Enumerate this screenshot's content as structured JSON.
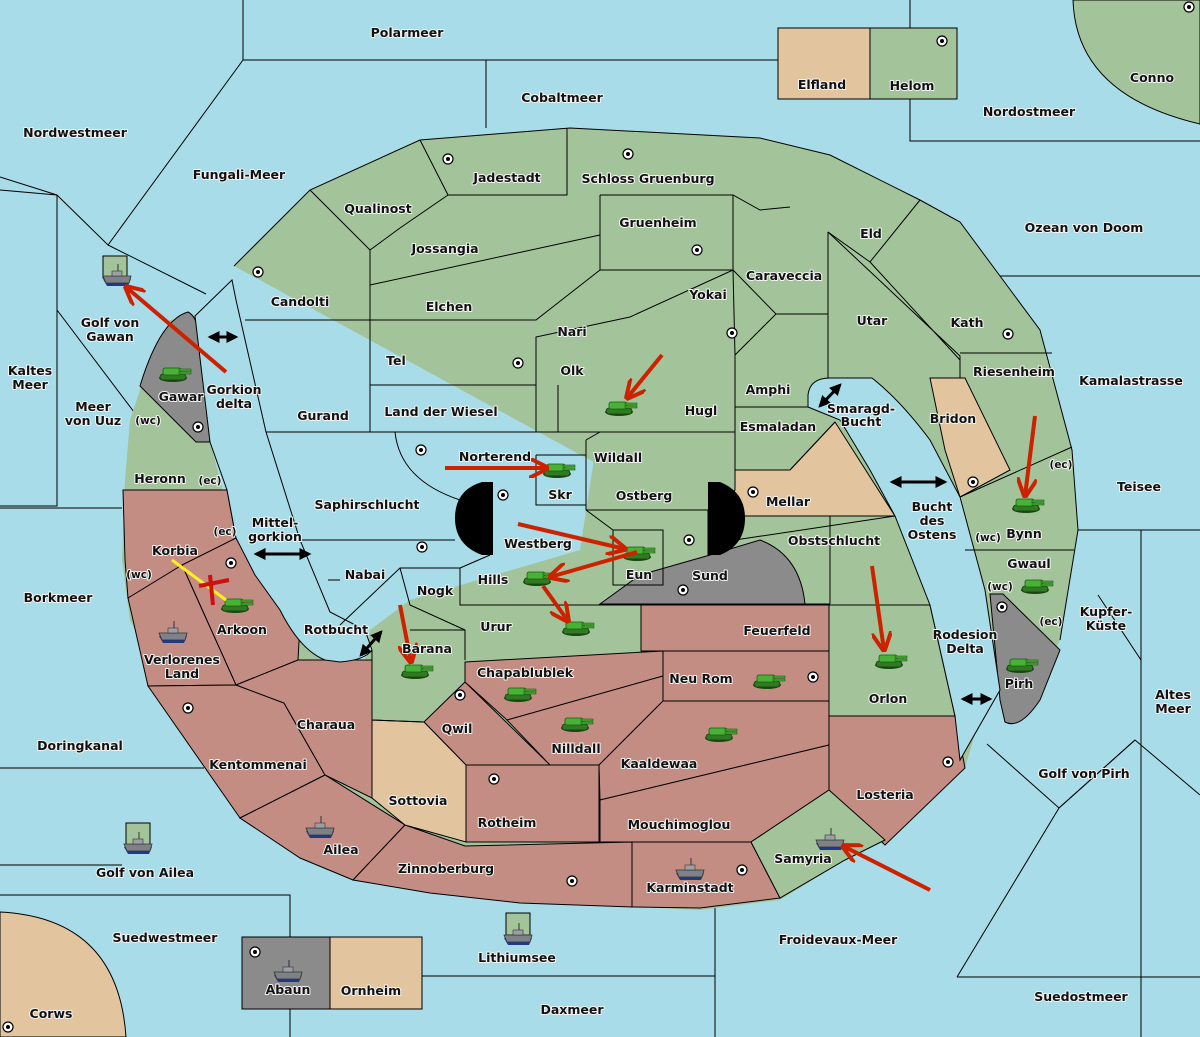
{
  "map_title": "Diplomacy-style game map",
  "colors": {
    "sea": "#a8dce8",
    "neutral_green": "#a3c49a",
    "tan_power": "#e2c59e",
    "red_power": "#c48d84",
    "gray_power": "#8b8b8b",
    "order_arrow": "#cc2200",
    "support_arrow": "#ffee22",
    "impassable": "#000000"
  },
  "seas": [
    {
      "id": "polarmeer",
      "name": "Polarmeer"
    },
    {
      "id": "cobaltmeer",
      "name": "Cobaltmeer"
    },
    {
      "id": "nordwestmeer",
      "name": "Nordwestmeer"
    },
    {
      "id": "fungali",
      "name": "Fungali-Meer"
    },
    {
      "id": "nordostmeer",
      "name": "Nordostmeer"
    },
    {
      "id": "ozean",
      "name": "Ozean von Doom"
    },
    {
      "id": "golf-gawan",
      "name": "Golf von Gawan"
    },
    {
      "id": "kaltes",
      "name": "Kaltes Meer"
    },
    {
      "id": "uuz",
      "name": "Meer von Uuz"
    },
    {
      "id": "gorkion",
      "name": "Gorkion delta"
    },
    {
      "id": "mittelgorkion",
      "name": "Mittel-gorkion"
    },
    {
      "id": "borkmeer",
      "name": "Borkmeer"
    },
    {
      "id": "rotbucht",
      "name": "Rotbucht"
    },
    {
      "id": "doringkanal",
      "name": "Doringkanal"
    },
    {
      "id": "golf-ailea",
      "name": "Golf von Ailea"
    },
    {
      "id": "suedwestmeer",
      "name": "Suedwestmeer"
    },
    {
      "id": "lithiumsee",
      "name": "Lithiumsee"
    },
    {
      "id": "daxmeer",
      "name": "Daxmeer"
    },
    {
      "id": "froidevaux",
      "name": "Froidevaux-Meer"
    },
    {
      "id": "suedostmeer",
      "name": "Suedostmeer"
    },
    {
      "id": "golf-pirh",
      "name": "Golf von Pirh"
    },
    {
      "id": "altes",
      "name": "Altes Meer"
    },
    {
      "id": "kupfer",
      "name": "Kupfer-Küste"
    },
    {
      "id": "teisee",
      "name": "Teisee"
    },
    {
      "id": "kamala",
      "name": "Kamalastrasse"
    },
    {
      "id": "smaragd",
      "name": "Smaragd-Bucht"
    },
    {
      "id": "bucht-ostens",
      "name": "Bucht des Ostens"
    },
    {
      "id": "rodesion",
      "name": "Rodesion Delta"
    }
  ],
  "provinces": [
    {
      "id": "elfland",
      "name": "Elfland",
      "owner": "tan",
      "sc": false
    },
    {
      "id": "helom",
      "name": "Helom",
      "owner": "neutral",
      "sc": true
    },
    {
      "id": "conno",
      "name": "Conno",
      "owner": "neutral",
      "sc": true
    },
    {
      "id": "corws",
      "name": "Corws",
      "owner": "tan",
      "sc": true
    },
    {
      "id": "abaun",
      "name": "Abaun",
      "owner": "gray",
      "sc": true
    },
    {
      "id": "ornheim",
      "name": "Ornheim",
      "owner": "tan",
      "sc": false
    },
    {
      "id": "jadestadt",
      "name": "Jadestadt",
      "owner": "neutral",
      "sc": true
    },
    {
      "id": "schloss",
      "name": "Schloss Gruenburg",
      "owner": "neutral",
      "sc": true
    },
    {
      "id": "qualinost",
      "name": "Qualinost",
      "owner": "neutral",
      "sc": false
    },
    {
      "id": "jossangia",
      "name": "Jossangia",
      "owner": "neutral",
      "sc": false
    },
    {
      "id": "gruenheim",
      "name": "Gruenheim",
      "owner": "neutral",
      "sc": true
    },
    {
      "id": "eld",
      "name": "Eld",
      "owner": "neutral",
      "sc": false
    },
    {
      "id": "candolti",
      "name": "Candolti",
      "owner": "neutral",
      "sc": true
    },
    {
      "id": "elchen",
      "name": "Elchen",
      "owner": "neutral",
      "sc": false
    },
    {
      "id": "caraveccia",
      "name": "Caraveccia",
      "owner": "neutral",
      "sc": false
    },
    {
      "id": "yokai",
      "name": "Yokai",
      "owner": "neutral",
      "sc": true
    },
    {
      "id": "utar",
      "name": "Utar",
      "owner": "neutral",
      "sc": false
    },
    {
      "id": "kath",
      "name": "Kath",
      "owner": "neutral",
      "sc": true
    },
    {
      "id": "nari",
      "name": "Nari",
      "owner": "neutral",
      "sc": false
    },
    {
      "id": "tel",
      "name": "Tel",
      "owner": "neutral",
      "sc": true
    },
    {
      "id": "olk",
      "name": "Olk",
      "owner": "neutral",
      "sc": false
    },
    {
      "id": "gurand",
      "name": "Gurand",
      "owner": "neutral",
      "sc": false
    },
    {
      "id": "land-wiesel",
      "name": "Land der Wiesel",
      "owner": "neutral",
      "sc": false
    },
    {
      "id": "hugl",
      "name": "Hugl",
      "owner": "neutral",
      "sc": false
    },
    {
      "id": "amphi",
      "name": "Amphi",
      "owner": "neutral",
      "sc": false
    },
    {
      "id": "esmaladan",
      "name": "Esmaladan",
      "owner": "neutral",
      "sc": false
    },
    {
      "id": "riesenheim",
      "name": "Riesenheim",
      "owner": "neutral",
      "sc": false
    },
    {
      "id": "bridon",
      "name": "Bridon",
      "owner": "tan",
      "sc": true
    },
    {
      "id": "gawar",
      "name": "Gawar",
      "owner": "gray",
      "sc": true
    },
    {
      "id": "heronn",
      "name": "Heronn",
      "owner": "neutral",
      "sc": false,
      "coasts": [
        "wc",
        "ec"
      ]
    },
    {
      "id": "norterend",
      "name": "Norterend",
      "owner": "neutral",
      "sc": true
    },
    {
      "id": "skr",
      "name": "Skr",
      "owner": "neutral",
      "sc": false
    },
    {
      "id": "wildall",
      "name": "Wildall",
      "owner": "neutral",
      "sc": false
    },
    {
      "id": "saphirschlucht",
      "name": "Saphirschlucht",
      "owner": "neutral",
      "sc": false
    },
    {
      "id": "westberg",
      "name": "Westberg",
      "owner": "neutral",
      "sc": true
    },
    {
      "id": "ostberg",
      "name": "Ostberg",
      "owner": "neutral",
      "sc": true
    },
    {
      "id": "mellar",
      "name": "Mellar",
      "owner": "tan",
      "sc": true
    },
    {
      "id": "eun",
      "name": "Eun",
      "owner": "neutral",
      "sc": false
    },
    {
      "id": "sund",
      "name": "Sund",
      "owner": "gray",
      "sc": true
    },
    {
      "id": "obstschlucht",
      "name": "Obstschlucht",
      "owner": "neutral",
      "sc": false
    },
    {
      "id": "bynn",
      "name": "Bynn",
      "owner": "neutral",
      "sc": false,
      "coasts": [
        "wc",
        "ec"
      ]
    },
    {
      "id": "gwaul",
      "name": "Gwaul",
      "owner": "neutral",
      "sc": false,
      "coasts": [
        "wc",
        "ec"
      ]
    },
    {
      "id": "pirh",
      "name": "Pirh",
      "owner": "gray",
      "sc": true
    },
    {
      "id": "korbia",
      "name": "Korbia",
      "owner": "red",
      "sc": true,
      "coasts": [
        "wc",
        "ec"
      ]
    },
    {
      "id": "arkoon",
      "name": "Arkoon",
      "owner": "red",
      "sc": false
    },
    {
      "id": "nabai",
      "name": "Nabai",
      "owner": "neutral",
      "sc": true
    },
    {
      "id": "nogk",
      "name": "Nogk",
      "owner": "neutral",
      "sc": false
    },
    {
      "id": "hills",
      "name": "Hills",
      "owner": "neutral",
      "sc": false
    },
    {
      "id": "urur",
      "name": "Urur",
      "owner": "neutral",
      "sc": false
    },
    {
      "id": "feuerfeld",
      "name": "Feuerfeld",
      "owner": "red",
      "sc": false
    },
    {
      "id": "verlorenes",
      "name": "Verlorenes Land",
      "owner": "red",
      "sc": false
    },
    {
      "id": "barana",
      "name": "Barana",
      "owner": "neutral",
      "sc": false
    },
    {
      "id": "chapablublek",
      "name": "Chapablublek",
      "owner": "red",
      "sc": false
    },
    {
      "id": "neu-rom",
      "name": "Neu Rom",
      "owner": "red",
      "sc": true
    },
    {
      "id": "orlon",
      "name": "Orlon",
      "owner": "neutral",
      "sc": false
    },
    {
      "id": "charaua",
      "name": "Charaua",
      "owner": "red",
      "sc": false
    },
    {
      "id": "qwil",
      "name": "Qwil",
      "owner": "red",
      "sc": true
    },
    {
      "id": "nilldall",
      "name": "Nilldall",
      "owner": "red",
      "sc": false
    },
    {
      "id": "kaaldewaa",
      "name": "Kaaldewaa",
      "owner": "red",
      "sc": false
    },
    {
      "id": "kentommenai",
      "name": "Kentommenai",
      "owner": "red",
      "sc": true
    },
    {
      "id": "sottovia",
      "name": "Sottovia",
      "owner": "tan",
      "sc": false
    },
    {
      "id": "rotheim",
      "name": "Rotheim",
      "owner": "red",
      "sc": true
    },
    {
      "id": "mouchimoglou",
      "name": "Mouchimoglou",
      "owner": "red",
      "sc": false
    },
    {
      "id": "losteria",
      "name": "Losteria",
      "owner": "red",
      "sc": true
    },
    {
      "id": "ailea",
      "name": "Ailea",
      "owner": "red",
      "sc": false
    },
    {
      "id": "samyria",
      "name": "Samyria",
      "owner": "neutral",
      "sc": false
    },
    {
      "id": "zinnoberburg",
      "name": "Zinnoberburg",
      "owner": "red",
      "sc": true
    },
    {
      "id": "karminstadt",
      "name": "Karminstadt",
      "owner": "red",
      "sc": true
    }
  ],
  "coast_labels": {
    "wc": "(wc)",
    "ec": "(ec)"
  },
  "units": [
    {
      "type": "fleet",
      "location": "Golf von Gawan",
      "owner": "neutral"
    },
    {
      "type": "army",
      "location": "Gawar",
      "owner": "neutral"
    },
    {
      "type": "army",
      "location": "Hugl",
      "owner": "neutral"
    },
    {
      "type": "army",
      "location": "Skr",
      "owner": "neutral"
    },
    {
      "type": "army",
      "location": "Eun",
      "owner": "neutral"
    },
    {
      "type": "army",
      "location": "Hills",
      "owner": "neutral"
    },
    {
      "type": "army",
      "location": "Urur",
      "owner": "neutral"
    },
    {
      "type": "army",
      "location": "Arkoon",
      "owner": "neutral"
    },
    {
      "type": "fleet",
      "location": "Verlorenes Land",
      "owner": "red"
    },
    {
      "type": "army",
      "location": "Barana",
      "owner": "neutral"
    },
    {
      "type": "army",
      "location": "Chapablublek",
      "owner": "neutral"
    },
    {
      "type": "army",
      "location": "Nilldall",
      "owner": "neutral"
    },
    {
      "type": "army",
      "location": "Neu Rom",
      "owner": "neutral"
    },
    {
      "type": "army",
      "location": "Kaaldewaa",
      "owner": "neutral"
    },
    {
      "type": "army",
      "location": "Bynn",
      "owner": "neutral"
    },
    {
      "type": "army",
      "location": "Gwaul",
      "owner": "neutral"
    },
    {
      "type": "army",
      "location": "Pirh",
      "owner": "neutral"
    },
    {
      "type": "army",
      "location": "Orlon",
      "owner": "neutral"
    },
    {
      "type": "fleet",
      "location": "Ailea",
      "owner": "red"
    },
    {
      "type": "fleet",
      "location": "Golf von Ailea",
      "owner": "neutral"
    },
    {
      "type": "fleet",
      "location": "Abaun",
      "owner": "gray"
    },
    {
      "type": "fleet",
      "location": "Lithiumsee",
      "owner": "neutral"
    },
    {
      "type": "fleet",
      "location": "Karminstadt",
      "owner": "red"
    },
    {
      "type": "fleet",
      "location": "Samyria",
      "owner": "neutral"
    }
  ],
  "orders": [
    {
      "from": "Gorkion delta",
      "to": "Golf von Gawan",
      "kind": "move"
    },
    {
      "from": "Olk",
      "to": "Hugl",
      "kind": "move"
    },
    {
      "from": "Norterend",
      "to": "Skr",
      "kind": "move"
    },
    {
      "from": "Westberg",
      "to": "Eun",
      "kind": "move"
    },
    {
      "from": "Eun",
      "to": "Hills",
      "kind": "move"
    },
    {
      "from": "Hills",
      "to": "Urur",
      "kind": "move"
    },
    {
      "from": "Nogk",
      "to": "Barana",
      "kind": "move"
    },
    {
      "from": "Riesenheim",
      "to": "Bynn",
      "kind": "move"
    },
    {
      "from": "Obstschlucht",
      "to": "Orlon",
      "kind": "move"
    },
    {
      "from": "Froidevaux-Meer",
      "to": "Samyria",
      "kind": "move"
    },
    {
      "from": "Arkoon",
      "to": "Korbia",
      "kind": "support",
      "status": "cut"
    }
  ],
  "canals": [
    {
      "between": "Gorkion delta"
    },
    {
      "between": "Mittel-gorkion"
    },
    {
      "between": "Rotbucht"
    },
    {
      "between": "Smaragd-Bucht"
    },
    {
      "between": "Bucht des Ostens"
    },
    {
      "between": "Rodesion Delta"
    }
  ]
}
